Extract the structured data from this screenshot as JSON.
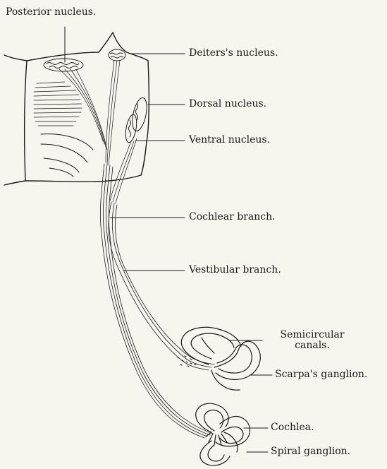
{
  "labels": {
    "posterior_nucleus": "Posterior nucleus.",
    "deiters_nucleus": "Deiters's nucleus.",
    "dorsal_nucleus": "Dorsal nucleus.",
    "ventral_nucleus": "Ventral nucleus.",
    "cochlear_branch": "Cochlear branch.",
    "vestibular_branch": "Vestibular branch.",
    "semicircular_canals_line1": "Semicircular",
    "semicircular_canals_line2": "canals.",
    "scarpas_ganglion": "Scarpa's ganglion.",
    "cochlea": "Cochlea.",
    "spiral_ganglion": "Spiral ganglion."
  },
  "colors": {
    "ink": "#1a1a1a",
    "paper": "#f7f5ee"
  }
}
